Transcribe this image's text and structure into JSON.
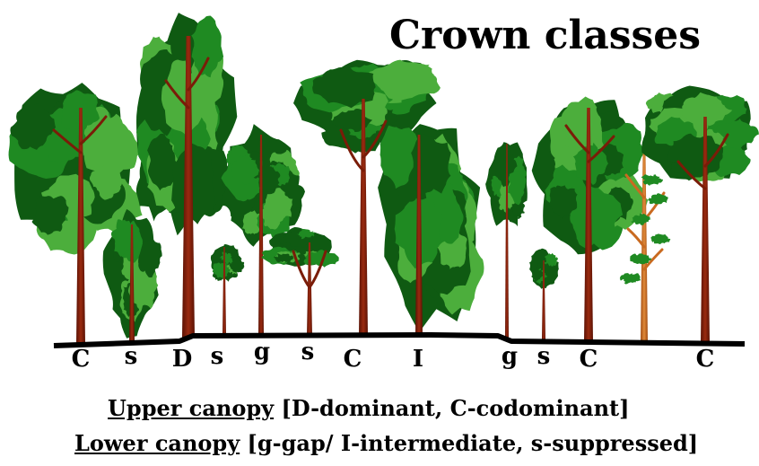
{
  "title": "Crown classes",
  "tree_labels": [
    "C",
    "s",
    "D",
    "s",
    "g",
    "s",
    "C",
    "I",
    "g",
    "s",
    "C",
    "C"
  ],
  "legend": {
    "upper": {
      "heading": "Upper canopy",
      "detail": " [D-dominant,  C-codominant]"
    },
    "lower": {
      "heading": "Lower canopy",
      "detail": " [g-gap/ I-intermediate,   s-suppressed]"
    }
  },
  "colors": {
    "foliage_dark": "#0f5a12",
    "foliage_mid": "#1f8a22",
    "foliage_light": "#4cae3c",
    "trunk": "#7a1c08",
    "trunk_dead": "#c96a20",
    "ground": "#000000"
  }
}
